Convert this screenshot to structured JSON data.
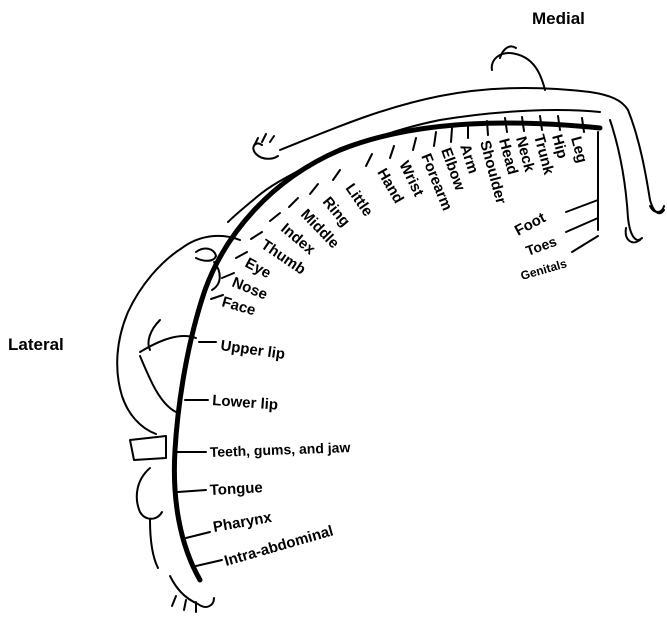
{
  "title_medial": "Medial",
  "title_lateral": "Lateral",
  "labels": {
    "leg": "Leg",
    "hip": "Hip",
    "trunk": "Trunk",
    "neck": "Neck",
    "head": "Head",
    "shoulder": "Shoulder",
    "arm": "Arm",
    "elbow": "Elbow",
    "forearm": "Forearm",
    "wrist": "Wrist",
    "hand": "Hand",
    "little": "Little",
    "ring": "Ring",
    "middle": "Middle",
    "index": "Index",
    "thumb": "Thumb",
    "eye": "Eye",
    "nose": "Nose",
    "face": "Face",
    "upper_lip": "Upper lip",
    "lower_lip": "Lower lip",
    "teeth": "Teeth, gums, and jaw",
    "tongue": "Tongue",
    "pharynx": "Pharynx",
    "intra_abdominal": "Intra-abdominal",
    "foot": "Foot",
    "toes": "Toes",
    "genitals": "Genitals"
  },
  "colors": {
    "ink": "#000000",
    "background": "#ffffff"
  }
}
